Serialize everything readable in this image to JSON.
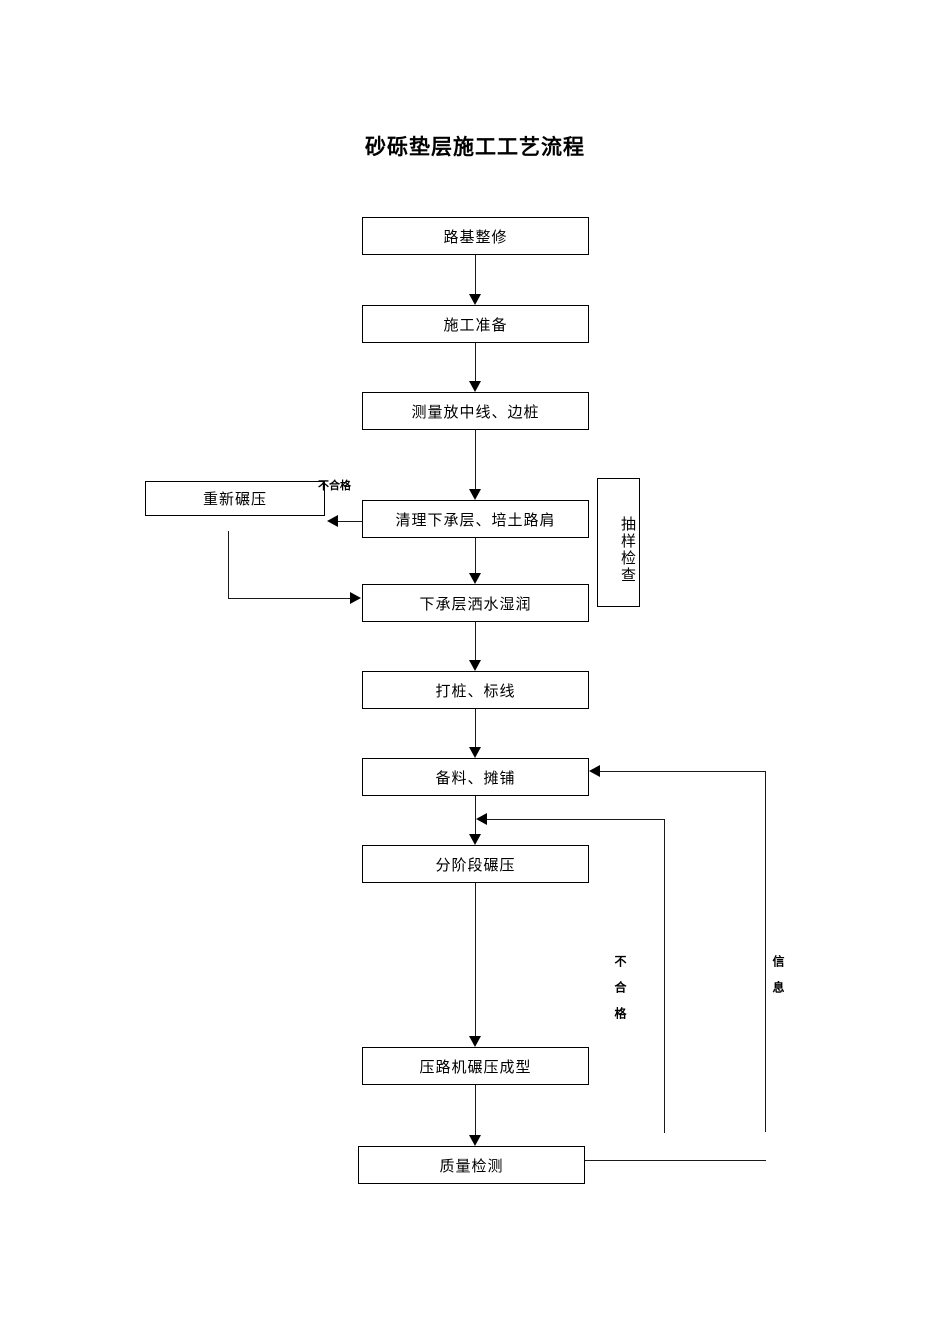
{
  "document": {
    "title": "砂砾垫层施工工艺流程"
  },
  "flowchart": {
    "type": "process-flow",
    "orientation": "top-to-bottom",
    "main_nodes": [
      {
        "id": "n1",
        "label": "路基整修"
      },
      {
        "id": "n2",
        "label": "施工准备"
      },
      {
        "id": "n3",
        "label": "测量放中线、边桩"
      },
      {
        "id": "n4",
        "label": "清理下承层、培土路肩"
      },
      {
        "id": "n5",
        "label": "下承层洒水湿润"
      },
      {
        "id": "n6",
        "label": "打桩、标线"
      },
      {
        "id": "n7",
        "label": "备料、摊铺"
      },
      {
        "id": "n8",
        "label": "分阶段碾压"
      },
      {
        "id": "n9",
        "label": "压路机碾压成型"
      },
      {
        "id": "n10",
        "label": "质量检测"
      }
    ],
    "side_nodes": [
      {
        "id": "s1",
        "label": "重新碾压",
        "position": "left"
      },
      {
        "id": "s2",
        "label": "抽样检查",
        "position": "right",
        "text_direction": "vertical"
      }
    ],
    "edge_labels": [
      {
        "id": "e1",
        "label": "不合格",
        "position": "top-left",
        "direction": "horizontal"
      },
      {
        "id": "e2",
        "label": "不合格",
        "position": "right-inner",
        "direction": "vertical"
      },
      {
        "id": "e3",
        "label": "信息",
        "position": "right-outer",
        "direction": "vertical"
      }
    ],
    "colors": {
      "line": "#1a1a1a",
      "border": "#000000",
      "text": "#000000",
      "background": "#ffffff"
    }
  }
}
